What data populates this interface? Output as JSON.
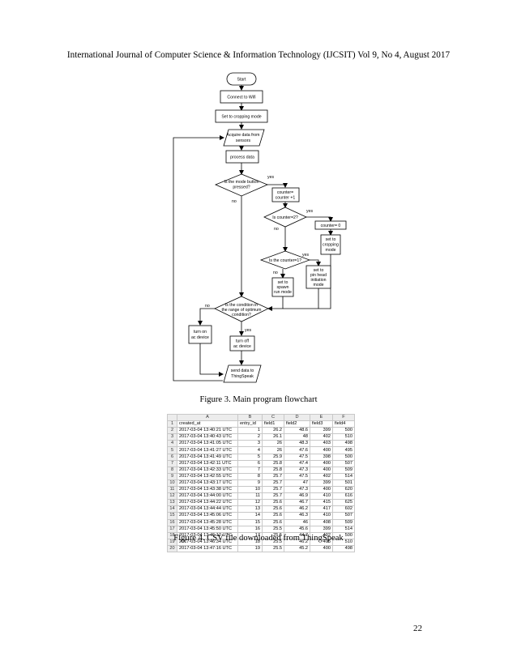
{
  "header": "International Journal of Computer Science & Information Technology (IJCSIT) Vol 9, No 4, August 2017",
  "flowchart": {
    "start": "Start",
    "connect": "Connect to Wifi",
    "cropping": "Set to cropping mode",
    "acquire": [
      "Acquire data from",
      "sensors"
    ],
    "process": "process data",
    "mode_q": [
      "Is the mode button",
      "pressed?"
    ],
    "yes": "yes",
    "no": "no",
    "counter_inc": [
      "counter=",
      "counter +1"
    ],
    "counter_q2": "Is counter=2?",
    "counter_zero": "counter= 0",
    "set_crop": [
      "set to",
      "cropping",
      "mode"
    ],
    "counter_q1": "Is the counter=1?",
    "spawn": [
      "set to",
      "spawn",
      "run mode"
    ],
    "pinhead": [
      "set  to",
      "pin head",
      "initiation",
      "mode"
    ],
    "condition_q": [
      "Is the condition in",
      "the range of optimum",
      "condition?"
    ],
    "turn_on": [
      "turn on",
      "ac device"
    ],
    "turn_off": [
      "turn off",
      "ac device"
    ],
    "send": [
      "send data to",
      "ThingSpeak"
    ]
  },
  "figure3_caption": "Figure 3. Main program flowchart",
  "spreadsheet": {
    "col_letters": [
      "",
      "A",
      "B",
      "C",
      "D",
      "E",
      "F"
    ],
    "rows": [
      [
        "created_at",
        "entry_id",
        "field1",
        "field2",
        "field3",
        "field4"
      ],
      [
        "2017-03-04 13:40:21 UTC",
        "1",
        "26.2",
        "48.6",
        "399",
        "500"
      ],
      [
        "2017-03-04 13:40:43 UTC",
        "2",
        "26.1",
        "48",
        "402",
        "510"
      ],
      [
        "2017-03-04 13:41:05 UTC",
        "3",
        "26",
        "48.3",
        "403",
        "498"
      ],
      [
        "2017-03-04 13:41:27 UTC",
        "4",
        "26",
        "47.6",
        "400",
        "495"
      ],
      [
        "2017-03-04 13:41:49 UTC",
        "5",
        "25.9",
        "47.5",
        "398",
        "500"
      ],
      [
        "2017-03-04 13:42:11 UTC",
        "6",
        "25.8",
        "47.4",
        "400",
        "507"
      ],
      [
        "2017-03-04 13:42:33 UTC",
        "7",
        "25.8",
        "47.3",
        "400",
        "509"
      ],
      [
        "2017-03-04 13:42:55 UTC",
        "8",
        "25.7",
        "47.5",
        "402",
        "514"
      ],
      [
        "2017-03-04 13:43:17 UTC",
        "9",
        "25.7",
        "47",
        "399",
        "501"
      ],
      [
        "2017-03-04 13:43:38 UTC",
        "10",
        "25.7",
        "47.3",
        "400",
        "620"
      ],
      [
        "2017-03-04 13:44:00 UTC",
        "11",
        "25.7",
        "46.9",
        "410",
        "616"
      ],
      [
        "2017-03-04 13:44:22 UTC",
        "12",
        "25.6",
        "46.7",
        "415",
        "625"
      ],
      [
        "2017-03-04 13:44:44 UTC",
        "13",
        "25.6",
        "46.2",
        "417",
        "602"
      ],
      [
        "2017-03-04 13:45:06 UTC",
        "14",
        "25.6",
        "46.3",
        "410",
        "507"
      ],
      [
        "2017-03-04 13:45:28 UTC",
        "15",
        "25.6",
        "46",
        "408",
        "509"
      ],
      [
        "2017-03-04 13:45:50 UTC",
        "16",
        "25.5",
        "45.6",
        "399",
        "514"
      ],
      [
        "2017-03-04 13:46:12 UTC",
        "17",
        "25.5",
        "44.7",
        "402",
        "500"
      ],
      [
        "2017-03-04 13:46:34 UTC",
        "18",
        "25.5",
        "46.2",
        "405",
        "510"
      ],
      [
        "2017-03-04 13:47:16 UTC",
        "19",
        "25.5",
        "45.2",
        "400",
        "498"
      ]
    ]
  },
  "figure4_caption": "Figure 4. CSV file downloaded from ThingSpeak",
  "page_number": "22"
}
